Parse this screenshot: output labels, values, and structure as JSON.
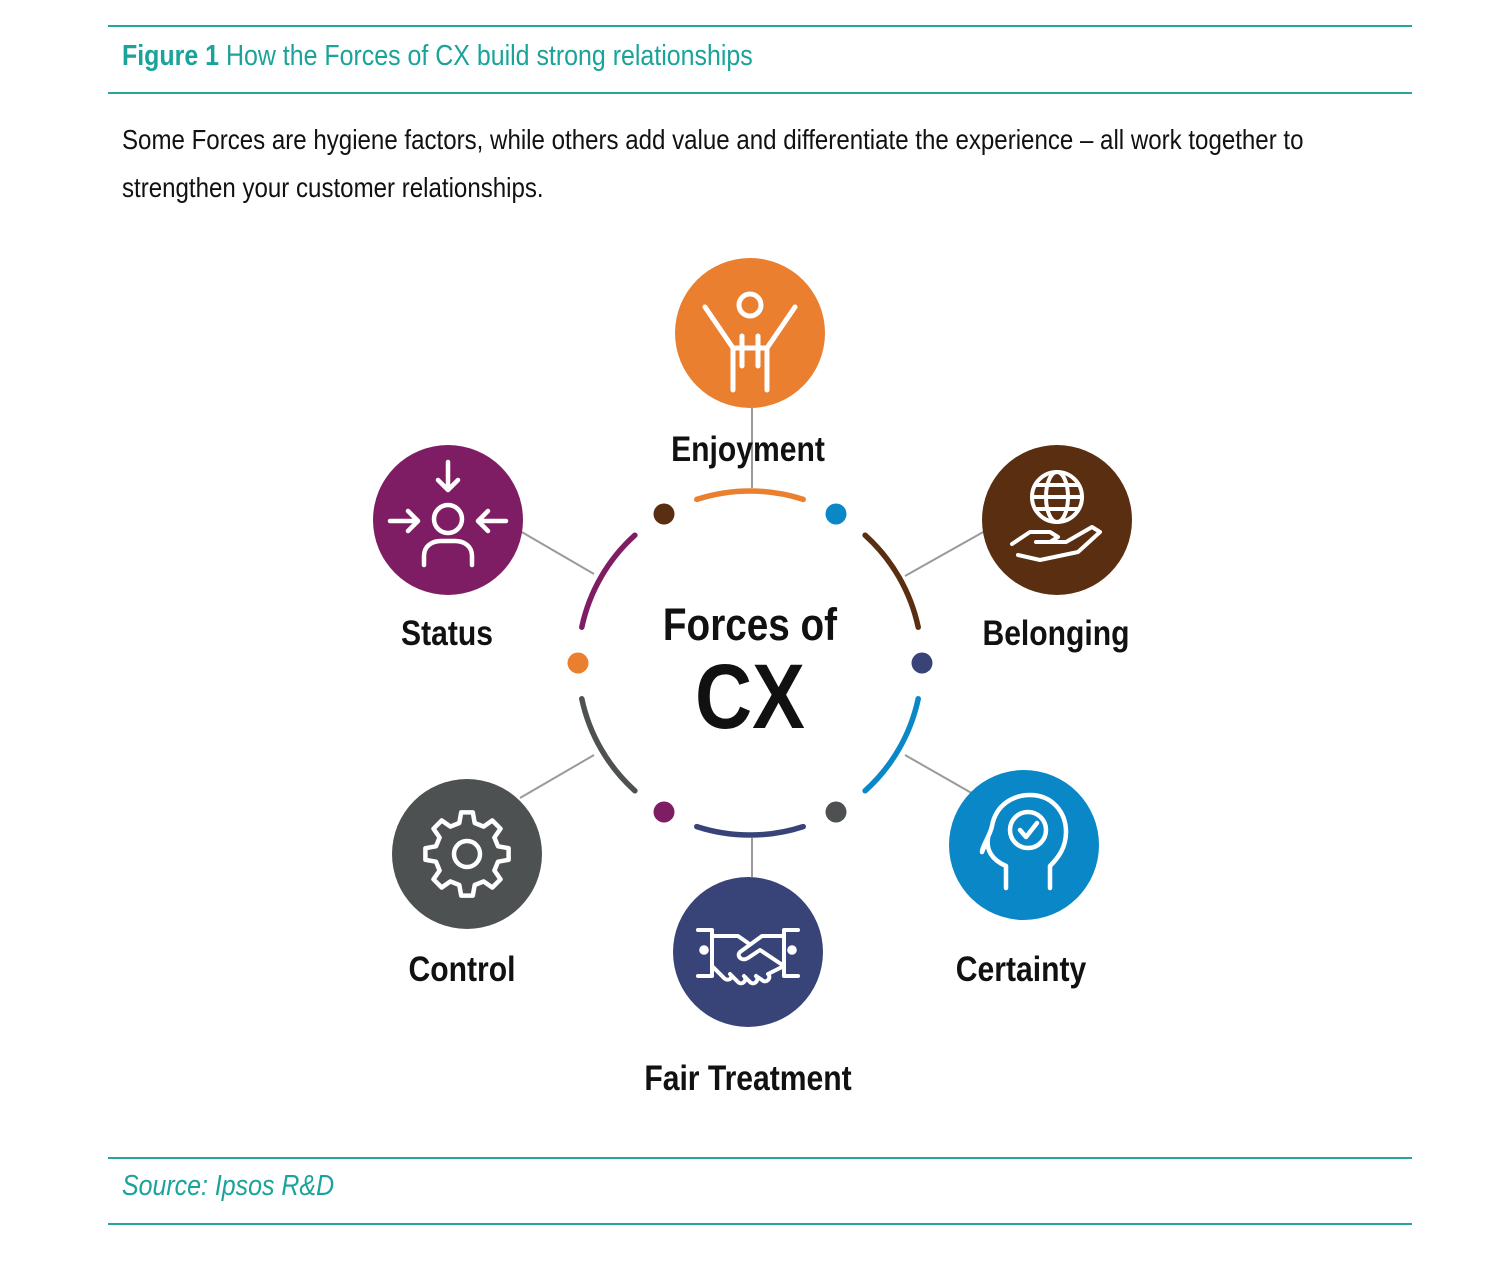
{
  "figure": {
    "number": "Figure 1",
    "title": "How the Forces of CX build strong relationships",
    "subtitle": "Some Forces are hygiene factors, while others add value and differentiate the experience – all work together to strengthen your customer relationships.",
    "source": "Source: Ipsos R&D"
  },
  "diagram": {
    "center_line1": "Forces of",
    "center_line2": "CX",
    "nodes": [
      {
        "label": "Enjoyment",
        "color": "#e97f2f",
        "icon": "person-arms-raised-icon"
      },
      {
        "label": "Belonging",
        "color": "#5a2e10",
        "icon": "globe-in-hand-icon"
      },
      {
        "label": "Certainty",
        "color": "#0a87c7",
        "icon": "head-checkmark-icon"
      },
      {
        "label": "Fair Treatment",
        "color": "#384478",
        "icon": "handshake-icon"
      },
      {
        "label": "Control",
        "color": "#4e5152",
        "icon": "gear-icon"
      },
      {
        "label": "Status",
        "color": "#7f1d64",
        "icon": "person-focus-icon"
      }
    ],
    "ring_dot_colors": [
      "#0a87c7",
      "#384478",
      "#4e5152",
      "#7f1d64",
      "#e97f2f",
      "#5a2e10"
    ],
    "connector_color": "#9a9a9a"
  }
}
